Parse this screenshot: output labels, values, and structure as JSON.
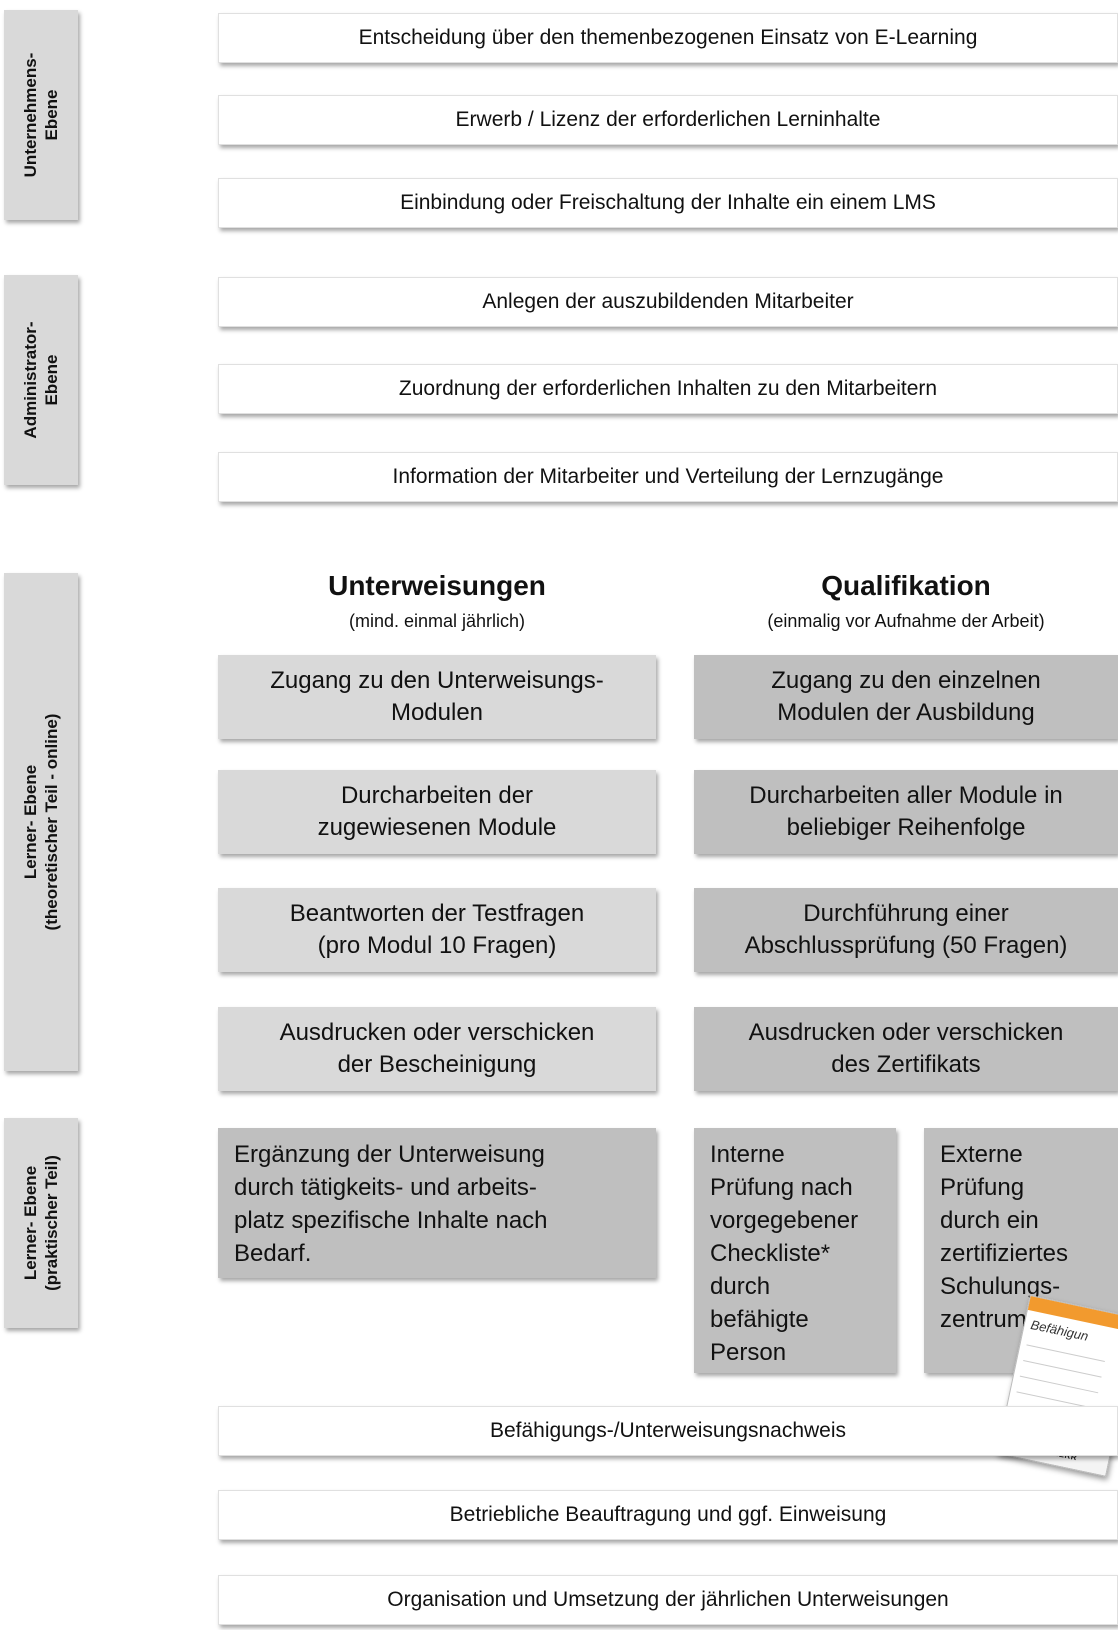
{
  "levels": {
    "company": "Unternehmens-\nEbene",
    "admin": "Administrator-\nEbene",
    "learner_online": "Lerner- Ebene\n(theoretischer Teil - online)",
    "learner_practical": "Lerner- Ebene\n(praktischer Teil)"
  },
  "company_steps": [
    "Entscheidung über den themenbezogenen Einsatz von E-Learning",
    "Erwerb / Lizenz der erforderlichen Lerninhalte",
    "Einbindung oder Freischaltung der Inhalte ein einem LMS"
  ],
  "admin_steps": [
    "Anlegen der auszubildenden Mitarbeiter",
    "Zuordnung der erforderlichen Inhalten zu den Mitarbeitern",
    "Information der Mitarbeiter und Verteilung der Lernzugänge"
  ],
  "columns": {
    "instruction": {
      "title": "Unterweisungen",
      "subtitle": "(mind. einmal jährlich)"
    },
    "qualification": {
      "title": "Qualifikation",
      "subtitle": "(einmalig vor Aufnahme der Arbeit)"
    }
  },
  "instruction_steps": [
    "Zugang zu den Unterweisungs-\nModulen",
    "Durcharbeiten der\nzugewiesenen Module",
    "Beantworten der Testfragen\n(pro Modul 10 Fragen)",
    "Ausdrucken oder verschicken\nder Bescheinigung"
  ],
  "qualification_steps": [
    "Zugang zu den einzelnen\nModulen der Ausbildung",
    "Durcharbeiten aller Module in\nbeliebiger Reihenfolge",
    "Durchführung einer\nAbschlussprüfung (50 Fragen)",
    "Ausdrucken oder verschicken\ndes Zertifikats"
  ],
  "practical": {
    "supplement": "Ergänzung der Unterweisung\ndurch tätigkeits- und arbeits-\nplatz spezifische Inhalte nach\nBedarf.",
    "internal": "Interne\nPrüfung nach\nvorgegebener\nCheckliste*\ndurch\nbefähigte\nPerson",
    "external": "Externe\nPrüfung\ndurch ein\nzertifiziertes\nSchulungs-\nzentrum**"
  },
  "final_steps": [
    "Befähigungs-/Unterweisungsnachweis",
    "Betriebliche Beauftragung und ggf. Einweisung",
    "Organisation und Umsetzung der jährlichen Unterweisungen"
  ],
  "certificate": {
    "title": "Befähigun",
    "brand": "LIEBHERR"
  }
}
